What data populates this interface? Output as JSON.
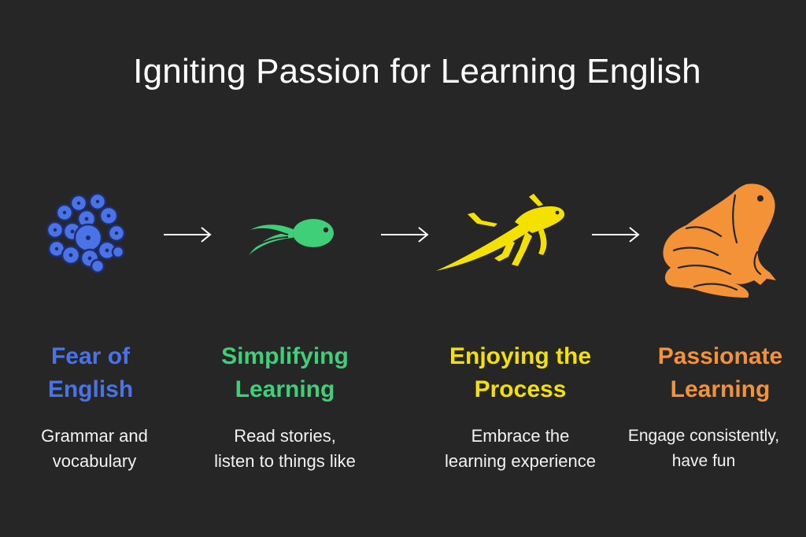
{
  "title": "Igniting Passion for Learning English",
  "colors": {
    "background": "#262626",
    "stage1": "#4a73e8",
    "stage2": "#3fcf78",
    "stage3": "#f5e100",
    "stage4": "#f39236",
    "arrow": "#ffffff"
  },
  "stages": [
    {
      "icon": "frog-eggs-icon",
      "title_lines": [
        "Fear of",
        "English"
      ],
      "desc_lines": [
        "Grammar and",
        "vocabulary"
      ]
    },
    {
      "icon": "tadpole-icon",
      "title_lines": [
        "Simplifying",
        "Learning"
      ],
      "desc_lines": [
        "Read stories,",
        "listen to things like"
      ]
    },
    {
      "icon": "froglet-icon",
      "title_lines": [
        "Enjoying the",
        "Process"
      ],
      "desc_lines": [
        "Embrace the",
        "learning experience"
      ]
    },
    {
      "icon": "frog-icon",
      "title_lines": [
        "Passionate",
        "Learning"
      ],
      "desc_lines": [
        "Engage consistently,",
        "have fun"
      ]
    }
  ]
}
